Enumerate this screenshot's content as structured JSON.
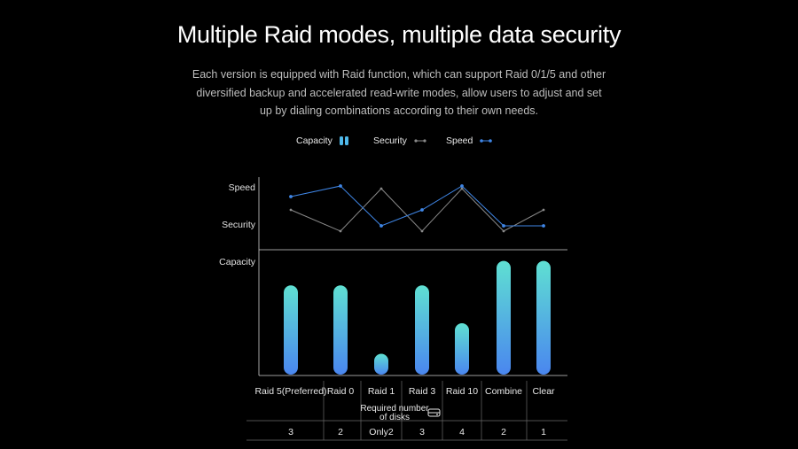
{
  "header": {
    "title": "Multiple Raid modes, multiple data security",
    "subtitle": "Each version is equipped with Raid function, which can support Raid 0/1/5 and other diversified backup and accelerated read-write modes, allow users to adjust and set up by dialing combinations according to their own needs."
  },
  "legend": {
    "capacity": "Capacity",
    "security": "Security",
    "speed": "Speed"
  },
  "colors": {
    "bar_top": "#5fe0d2",
    "bar_bottom": "#4a86ef",
    "speed_line": "#3f86e6",
    "security_line": "#8a8a8a"
  },
  "chart_data": {
    "type": "bar",
    "categories": [
      "Raid 5(Preferred)",
      "Raid 0",
      "Raid 1",
      "Raid 3",
      "Raid 10",
      "Combine",
      "Clear"
    ],
    "y_labels": {
      "speed": "Speed",
      "security": "Security",
      "capacity": "Capacity"
    },
    "series": [
      {
        "name": "Capacity",
        "type": "bar",
        "values": [
          0.73,
          0.73,
          0.17,
          0.73,
          0.42,
          0.93,
          0.93
        ]
      },
      {
        "name": "Security",
        "type": "line",
        "values": [
          0.55,
          0.15,
          0.95,
          0.15,
          0.95,
          0.15,
          0.55
        ]
      },
      {
        "name": "Speed",
        "type": "line",
        "values": [
          0.8,
          1.0,
          0.25,
          0.55,
          1.0,
          0.25,
          0.25
        ]
      }
    ],
    "ylim": [
      0,
      1
    ],
    "required_label_line1": "Required number",
    "required_label_line2": "of disks",
    "required_disks": [
      "3",
      "2",
      "Only2",
      "3",
      "4",
      "2",
      "1"
    ]
  }
}
